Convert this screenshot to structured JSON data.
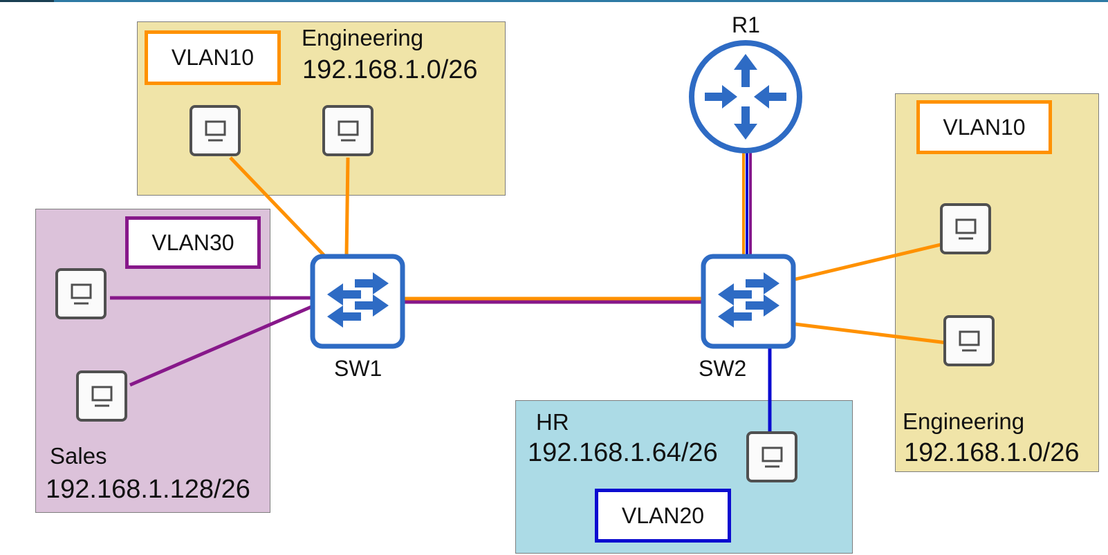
{
  "diagram": {
    "colors": {
      "vlan10": "#ff9100",
      "vlan20": "#0b0bd0",
      "vlan30": "#87188a",
      "device_blue": "#2e6bc4",
      "engineering_zone": "#f0e4a8",
      "sales_zone": "#dcc2da",
      "hr_zone": "#acdbe6"
    },
    "devices": {
      "router": {
        "name": "R1",
        "icon": "router-icon"
      },
      "switch1": {
        "name": "SW1",
        "icon": "switch-icon"
      },
      "switch2": {
        "name": "SW2",
        "icon": "switch-icon"
      }
    },
    "zones": {
      "engineering_left": {
        "vlan": "VLAN10",
        "name": "Engineering",
        "subnet": "192.168.1.0/26",
        "pcs": 2
      },
      "sales": {
        "vlan": "VLAN30",
        "name": "Sales",
        "subnet": "192.168.1.128/26",
        "pcs": 2
      },
      "hr": {
        "vlan": "VLAN20",
        "name": "HR",
        "subnet": "192.168.1.64/26",
        "pcs": 1
      },
      "engineering_right": {
        "vlan": "VLAN10",
        "name": "Engineering",
        "subnet": "192.168.1.0/26",
        "pcs": 2
      }
    },
    "links": [
      {
        "from": "SW1",
        "to": "SW2",
        "type": "trunk",
        "vlans": [
          "VLAN10",
          "VLAN30"
        ]
      },
      {
        "from": "SW2",
        "to": "R1",
        "type": "trunk",
        "vlans": [
          "VLAN10",
          "VLAN20",
          "VLAN30"
        ]
      },
      {
        "from": "SW1",
        "to": "Engineering PC 1",
        "vlans": [
          "VLAN10"
        ]
      },
      {
        "from": "SW1",
        "to": "Engineering PC 2",
        "vlans": [
          "VLAN10"
        ]
      },
      {
        "from": "SW1",
        "to": "Sales PC 1",
        "vlans": [
          "VLAN30"
        ]
      },
      {
        "from": "SW1",
        "to": "Sales PC 2",
        "vlans": [
          "VLAN30"
        ]
      },
      {
        "from": "SW2",
        "to": "HR PC 1",
        "vlans": [
          "VLAN20"
        ]
      },
      {
        "from": "SW2",
        "to": "Engineering PC 3",
        "vlans": [
          "VLAN10"
        ]
      },
      {
        "from": "SW2",
        "to": "Engineering PC 4",
        "vlans": [
          "VLAN10"
        ]
      }
    ]
  }
}
